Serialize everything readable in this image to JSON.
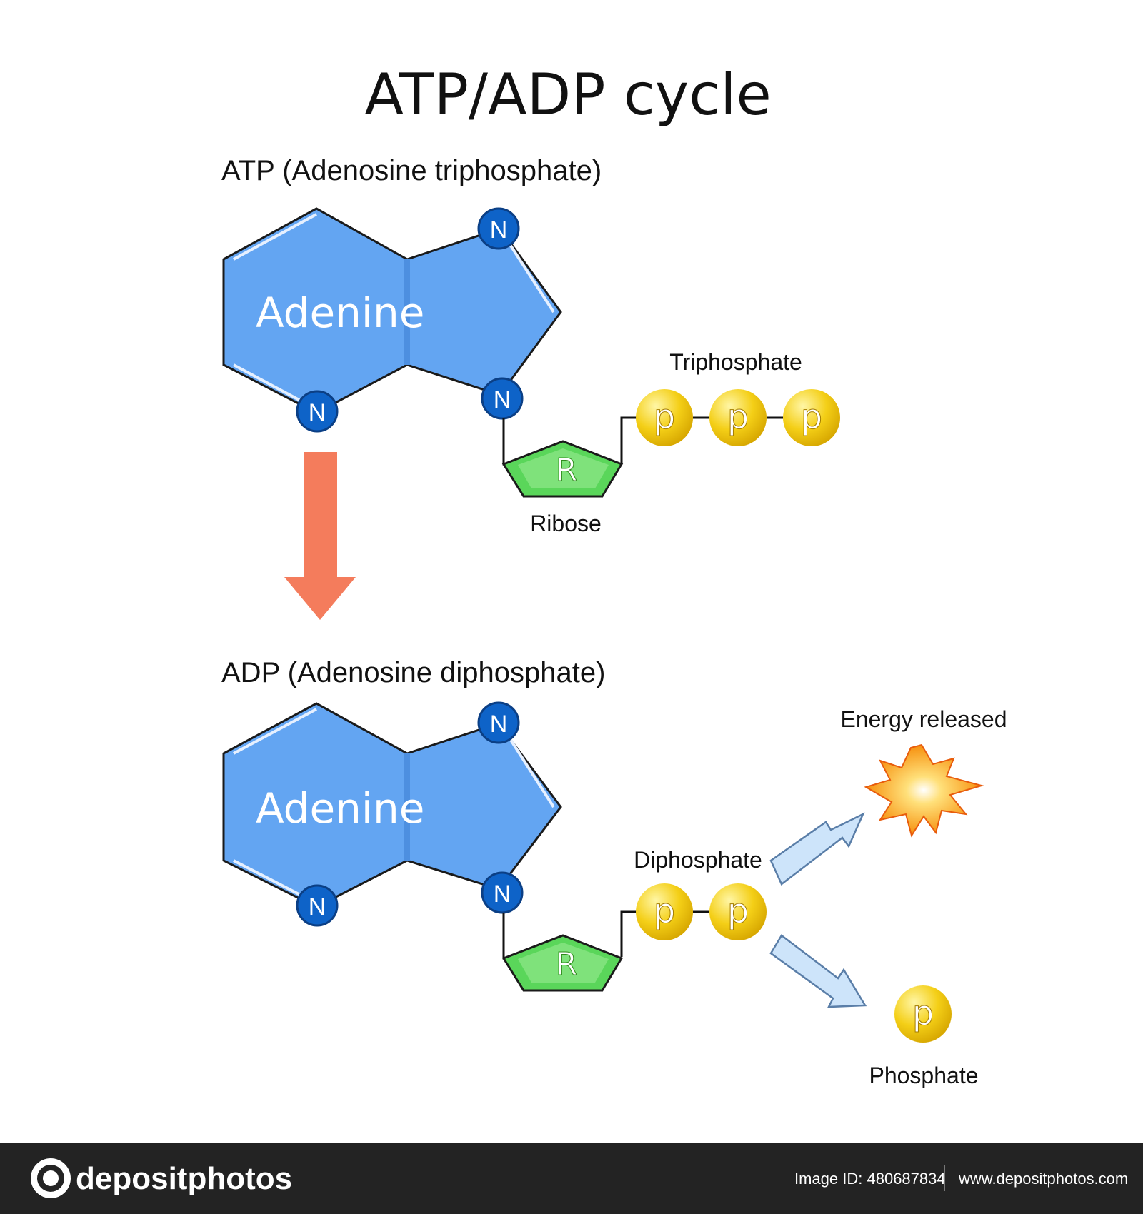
{
  "title": "ATP/ADP cycle",
  "atp": {
    "heading": "ATP (Adenosine triphosphate)",
    "base_label": "Adenine",
    "nitrogen": "N",
    "sugar_symbol": "R",
    "sugar_label": "Ribose",
    "phosphate_group_label": "Triphosphate",
    "phosphate_symbol": "p"
  },
  "adp": {
    "heading": "ADP (Adenosine diphosphate)",
    "base_label": "Adenine",
    "nitrogen": "N",
    "sugar_symbol": "R",
    "phosphate_group_label": "Diphosphate",
    "phosphate_symbol": "p"
  },
  "products": {
    "energy_label": "Energy released",
    "phosphate_label": "Phosphate",
    "phosphate_symbol": "p"
  },
  "footer": {
    "brand": "depositphotos",
    "image_id": "Image ID: 480687834",
    "website": "www.depositphotos.com"
  },
  "colors": {
    "adenine": "#63a5f2",
    "nitrogen": "#0e63c8",
    "ribose": "#5ad65a",
    "phosphate": "#f2cc10",
    "down_arrow": "#f47c5c",
    "release_arrow": "#cde4fa",
    "burst_outer": "#f6900e",
    "footer_bg": "#232323"
  }
}
